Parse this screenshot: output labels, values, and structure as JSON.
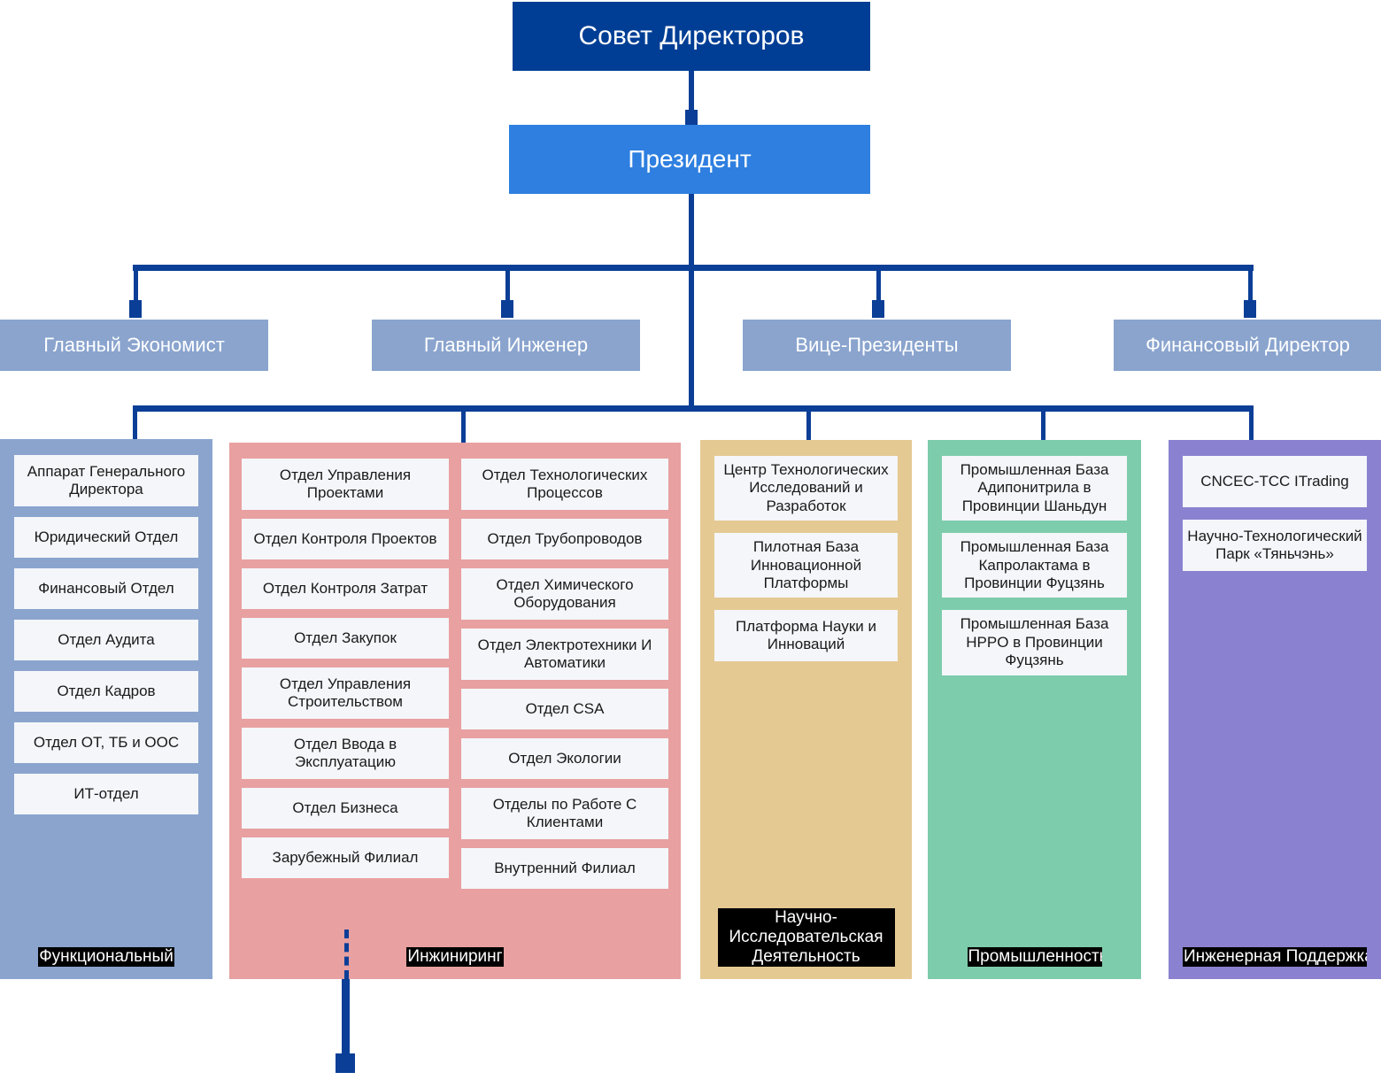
{
  "chart_title": "",
  "colors": {
    "board": "#003E95",
    "president": "#2E7FE0",
    "level2": "#8AA4CE",
    "connector": "#0B3E96",
    "leaf_fill": "#F4F6FA",
    "group_functional": "#8AA4CE",
    "group_engineering": "#E8A0A0",
    "group_research": "#E5C993",
    "group_industry": "#7DCCAC",
    "group_support": "#8A82D0",
    "label_bg": "#000000",
    "label_text": "#FFFFFF"
  },
  "top": {
    "board": "Совет Директоров",
    "president": "Президент"
  },
  "level2": [
    {
      "label": "Главный Экономист"
    },
    {
      "label": "Главный Инженер"
    },
    {
      "label": "Вице-Президенты"
    },
    {
      "label": "Финансовый Директор"
    }
  ],
  "groups": [
    {
      "key": "functional",
      "label": "Функциональный",
      "columns": [
        {
          "items": [
            "Аппарат Генерального Директора",
            "Юридический Отдел",
            "Финансовый Отдел",
            "Отдел Аудита",
            "Отдел Кадров",
            "Отдел ОТ, ТБ и ООС",
            "ИТ-отдел"
          ]
        }
      ]
    },
    {
      "key": "engineering",
      "label": "Инжиниринг",
      "columns": [
        {
          "items": [
            "Отдел Управления Проектами",
            "Отдел Контроля Проектов",
            "Отдел Контроля Затрат",
            "Отдел Закупок",
            "Отдел Управления Строительством",
            "Отдел Ввода в Эксплуатацию",
            "Отдел Бизнеса",
            "Зарубежный Филиал"
          ]
        },
        {
          "items": [
            "Отдел Технологических Процессов",
            "Отдел Трубопроводов",
            "Отдел Химического Оборудования",
            "Отдел Электротехники И Автоматики",
            "Отдел CSA",
            "Отдел Экологии",
            "Отделы по Работе С Клиентами",
            "Внутренний Филиал"
          ]
        }
      ]
    },
    {
      "key": "research",
      "label": "Научно-Исследовательская Деятельность",
      "columns": [
        {
          "items": [
            "Центр Технологических Исследований и Разработок",
            "Пилотная База Инновационной Платформы",
            "Платформа Науки и Инноваций"
          ]
        }
      ]
    },
    {
      "key": "industry",
      "label": "Промышленность",
      "columns": [
        {
          "items": [
            "Промышленная База Адипонитрила в Провинции Шаньдун",
            "Промышленная База Капролактама в Провинции Фуцзянь",
            "Промышленная База HPPO в Провинции Фуцзянь"
          ]
        }
      ]
    },
    {
      "key": "support",
      "label": "Инженерная Поддержка",
      "columns": [
        {
          "items": [
            "CNCEC-TCC ITrading",
            "Научно-Технологический Парк «Тяньчэнь»"
          ]
        }
      ]
    }
  ]
}
